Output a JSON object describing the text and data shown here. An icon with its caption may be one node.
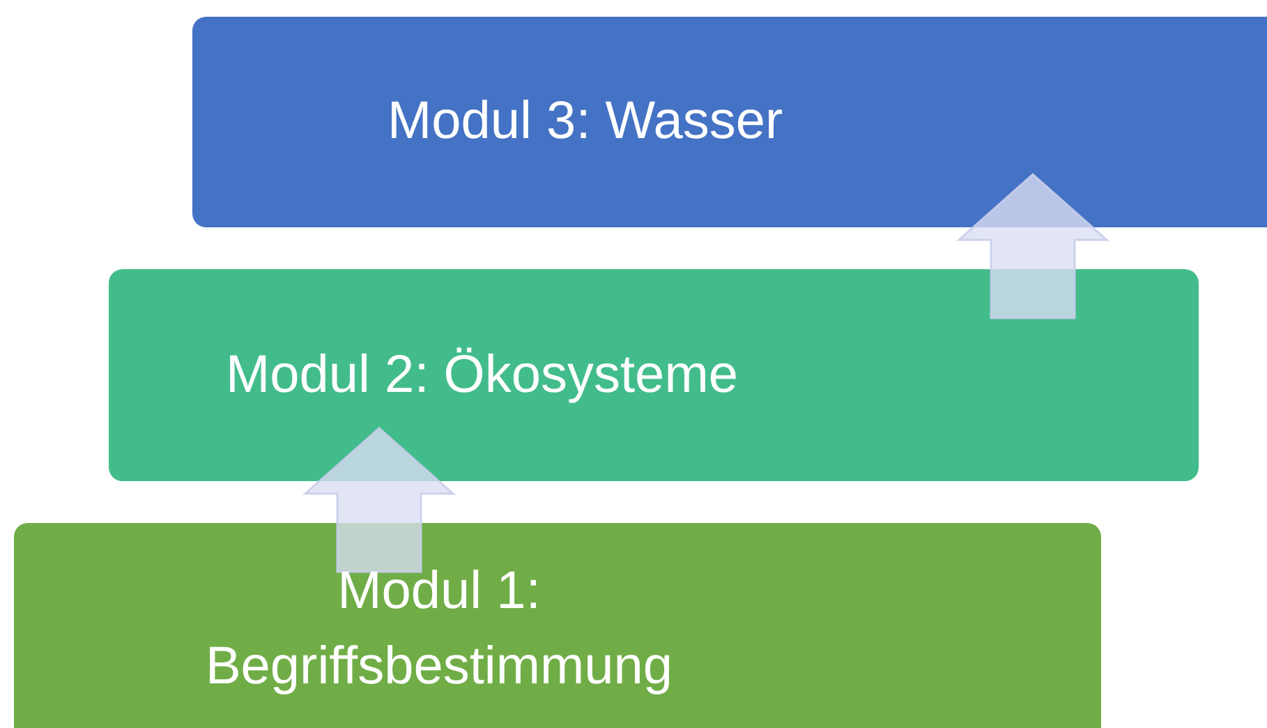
{
  "diagram": {
    "nodes": [
      {
        "text": [
          "Modul 3: Wasser"
        ]
      },
      {
        "text": [
          "Modul 2: Ökosysteme"
        ]
      },
      {
        "text": [
          "Modul 1: Begriffsbestimmung"
        ]
      }
    ],
    "edges": [
      {
        "from": 2,
        "to": 1,
        "arrow": "to"
      },
      {
        "from": 1,
        "to": 0,
        "arrow": "to"
      }
    ]
  }
}
